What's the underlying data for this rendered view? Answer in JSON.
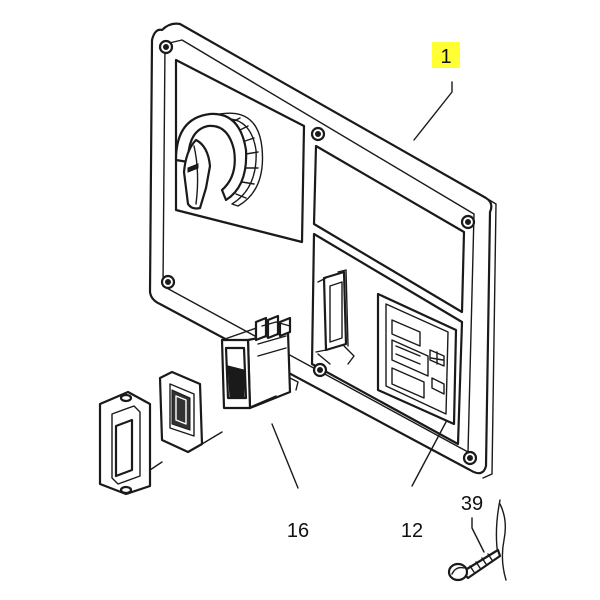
{
  "callouts": {
    "panel": {
      "label": "1",
      "highlight_color": "#ffff33"
    },
    "switch": {
      "label": "16"
    },
    "meter": {
      "label": "12"
    },
    "screw": {
      "label": "39"
    }
  },
  "icons": [
    "rotary-knob-icon",
    "rocker-switch-icon",
    "screw-icon",
    "hour-meter-icon"
  ]
}
